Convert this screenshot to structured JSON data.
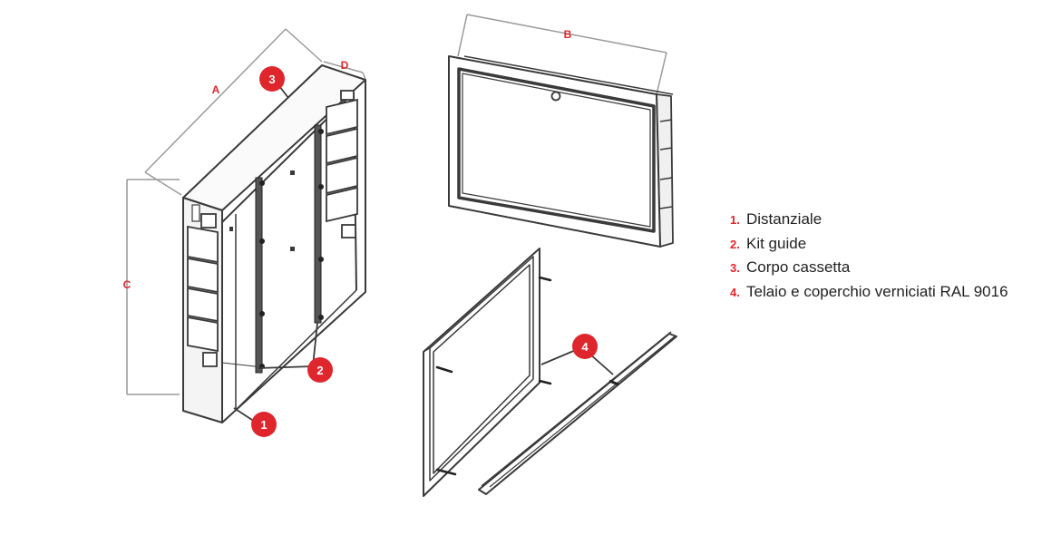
{
  "colors": {
    "accent": "#e0262d",
    "line": "#3a3a3a",
    "dimension": "#9a9a9a",
    "text": "#222222"
  },
  "dimensions": {
    "a": "A",
    "b": "B",
    "c": "C",
    "d": "D"
  },
  "callouts": {
    "c1": "1",
    "c2": "2",
    "c3": "3",
    "c4": "4"
  },
  "legend": [
    {
      "number": "1.",
      "label": "Distanziale"
    },
    {
      "number": "2.",
      "label": "Kit guide"
    },
    {
      "number": "3.",
      "label": "Corpo cassetta"
    },
    {
      "number": "4.",
      "label": "Telaio e coperchio verniciati RAL 9016"
    }
  ]
}
